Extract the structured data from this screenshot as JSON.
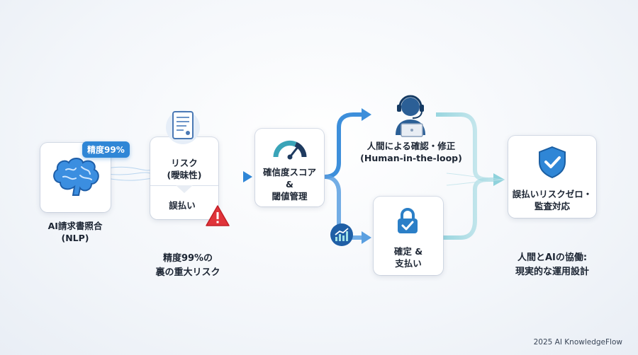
{
  "nodes": {
    "ai": {
      "badge": "精度99%",
      "line1": "AI請求書照合",
      "line2": "(NLP)"
    },
    "risk": {
      "line1": "リスク",
      "line2": "(曖昧性)",
      "sub": "誤払い"
    },
    "score": {
      "line1": "確信度スコア",
      "line2": "&",
      "line3": "閾値管理"
    },
    "human": {
      "line1": "人間による確認・修正",
      "line2": "(Human-in-the-loop)"
    },
    "confirm": {
      "line1": "確定 &",
      "line2": "支払い"
    },
    "zero": {
      "line1": "誤払いリスクゼロ・",
      "line2": "監査対応"
    }
  },
  "captions": {
    "left": {
      "line1": "精度99%の",
      "line2": "裏の重大リスク"
    },
    "right": {
      "line1": "人間とAIの協働:",
      "line2": "現実的な運用設計"
    }
  },
  "footer": "2025 AI KnowledgeFlow",
  "colors": {
    "primary": "#2f86d6",
    "teal": "#5dbfc8",
    "warning": "#e0343a",
    "dark": "#1e3a5f"
  },
  "icons": [
    "brain-icon",
    "document-icon",
    "warning-icon",
    "gauge-icon",
    "operator-icon",
    "lock-check-icon",
    "growth-chart-icon",
    "shield-check-icon"
  ]
}
